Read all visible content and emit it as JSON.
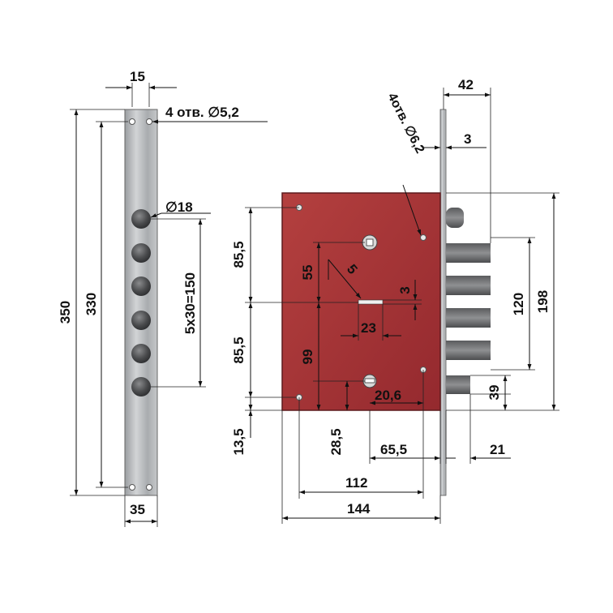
{
  "colors": {
    "lock_body": "#a8373a",
    "lock_body_dark": "#7e2327",
    "steel": "#b9bcbf",
    "steel_dark": "#8d9194",
    "bolt": "#6e6f71",
    "ink": "#111111"
  },
  "strip": {
    "width_top": "15",
    "width_bottom": "35",
    "holes_note": "4 отв. ∅5,2",
    "height_outer": "350",
    "height_inner": "330",
    "bolt_diameter": "∅18",
    "bolt_spacing": "5x30=150"
  },
  "lock": {
    "holes_note": "4отв. ∅6,2",
    "dim_42": "42",
    "dim_3_top": "3",
    "dim_85_5_upper": "85,5",
    "dim_85_5_lower": "85,5",
    "dim_13_5": "13,5",
    "dim_55": "55",
    "dim_5": "5",
    "dim_3_mid": "3",
    "dim_23": "23",
    "dim_99": "99",
    "dim_20_6": "20,6",
    "dim_28_5": "28,5",
    "dim_65_5": "65,5",
    "dim_112": "112",
    "dim_144": "144",
    "dim_120": "120",
    "dim_198": "198",
    "dim_39": "39",
    "dim_21": "21"
  }
}
